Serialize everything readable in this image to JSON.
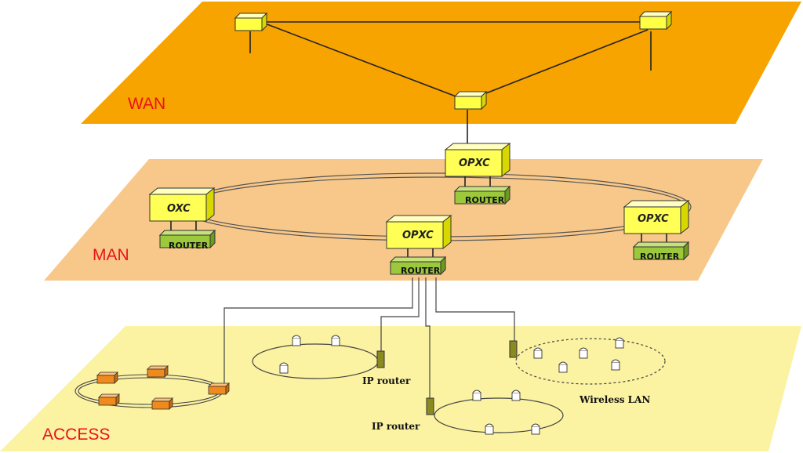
{
  "layers": {
    "wan": "WAN",
    "man": "MAN",
    "access": "ACCESS"
  },
  "nodes": {
    "opxc": "OPXC",
    "oxc": "OXC",
    "router": "ROUTER",
    "ip_router": "IP router",
    "wireless_lan": "Wireless LAN"
  },
  "colors": {
    "wan_plane": "#f7a300",
    "man_plane": "#f8c88a",
    "access_plane": "#fbf2a2",
    "node_yellow": "#ffff55",
    "router_green": "#9cc83c",
    "label_red": "#e8141b"
  }
}
